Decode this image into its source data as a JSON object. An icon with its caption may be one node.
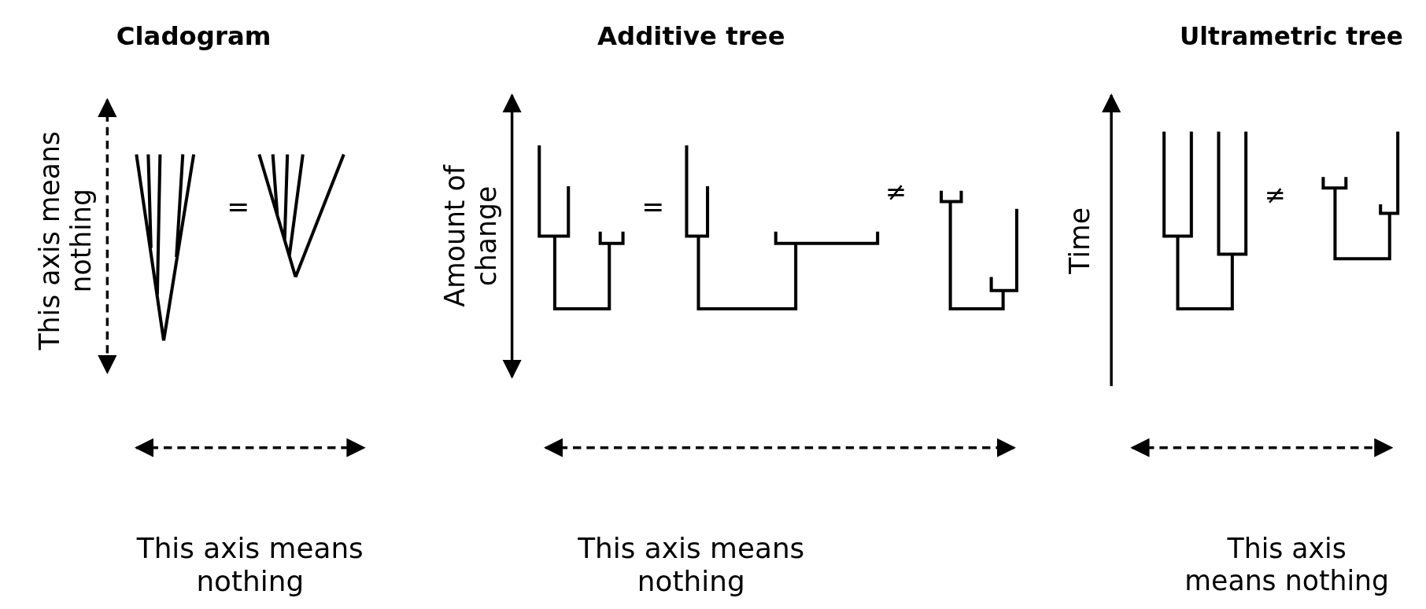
{
  "diagram": {
    "labels": [
      "Cladogram",
      "Additive tree",
      "Ultrametric tree",
      "This axis means nothing",
      "=",
      "Amount of change",
      "=",
      "≠",
      "Time",
      "≠",
      "This axis means nothing",
      "This axis means nothing",
      "This axis means nothing"
    ]
  }
}
